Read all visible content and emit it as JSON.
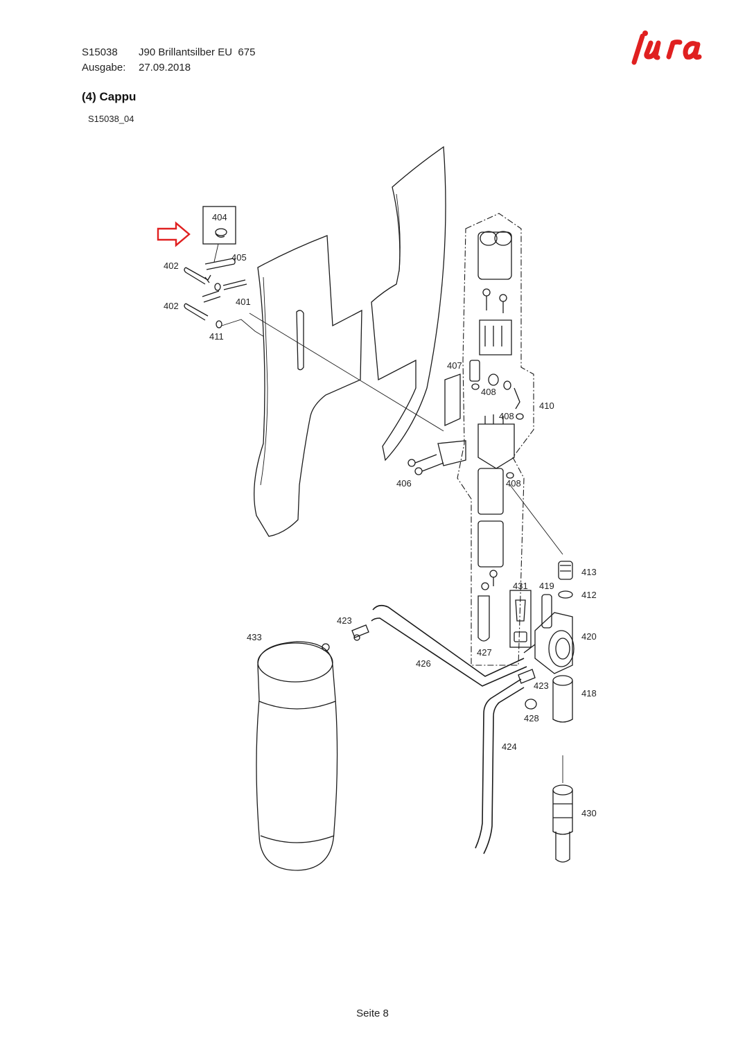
{
  "header": {
    "article_id": "S15038",
    "model": "J90 Brillantsilber EU  675",
    "issue_label": "Ausgabe:",
    "issue_date": "27.09.2018"
  },
  "brand": {
    "logo_text": "jura",
    "logo_color": "#e02020"
  },
  "section_title": "(4) Cappu",
  "drawing_id": "S15038_04",
  "highlight": {
    "arrow_color": "#e02020",
    "points_to": "404"
  },
  "part_labels": {
    "p404": "404",
    "p405": "405",
    "p402a": "402",
    "p402b": "402",
    "p401": "401",
    "p411": "411",
    "p407": "407",
    "p408a": "408",
    "p408b": "408",
    "p408c": "408",
    "p410": "410",
    "p406": "406",
    "p413": "413",
    "p412": "412",
    "p431": "431",
    "p419": "419",
    "p420": "420",
    "p423a": "423",
    "p423b": "423",
    "p426": "426",
    "p427": "427",
    "p433": "433",
    "p418": "418",
    "p428": "428",
    "p424": "424",
    "p430": "430"
  },
  "footer": "Seite 8"
}
